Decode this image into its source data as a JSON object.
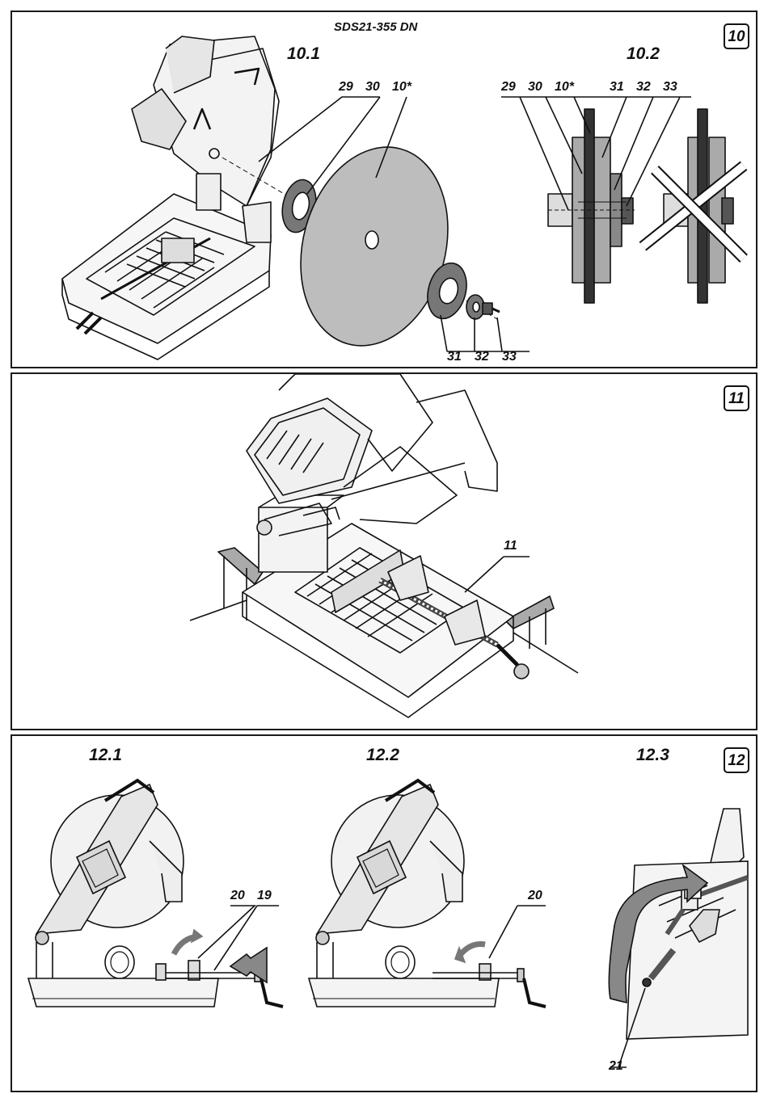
{
  "figure10": {
    "number": "10",
    "model": "SDS21-355 DN",
    "left_title": "10.1",
    "right_title": "10.2",
    "left_callouts_top": [
      "29",
      "30",
      "10*"
    ],
    "left_callouts_bottom": [
      "31",
      "32",
      "33"
    ],
    "right_callouts": [
      "29",
      "30",
      "10*",
      "31",
      "32",
      "33"
    ]
  },
  "figure11": {
    "number": "11",
    "callout": "11"
  },
  "figure12": {
    "number": "12",
    "titles": [
      "12.1",
      "12.2",
      "12.3"
    ],
    "callouts_12_1": [
      "20",
      "19"
    ],
    "callouts_12_2": [
      "20"
    ],
    "callouts_12_3": [
      "21"
    ]
  }
}
